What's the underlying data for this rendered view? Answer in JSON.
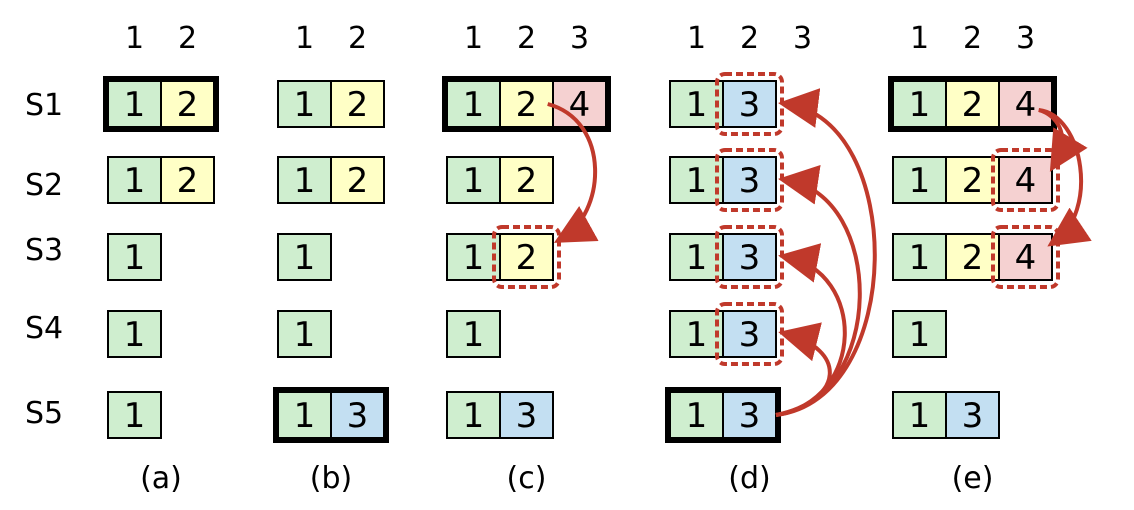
{
  "server_labels": [
    "S1",
    "S2",
    "S3",
    "S4",
    "S5"
  ],
  "panels": [
    {
      "label": "(a)",
      "header_indices": [
        "1",
        "2"
      ],
      "servers": [
        {
          "server": "S1",
          "leader": true,
          "entries": [
            1,
            2
          ],
          "highlight_index": null
        },
        {
          "server": "S2",
          "leader": false,
          "entries": [
            1,
            2
          ],
          "highlight_index": null
        },
        {
          "server": "S3",
          "leader": false,
          "entries": [
            1
          ],
          "highlight_index": null
        },
        {
          "server": "S4",
          "leader": false,
          "entries": [
            1
          ],
          "highlight_index": null
        },
        {
          "server": "S5",
          "leader": false,
          "entries": [
            1
          ],
          "highlight_index": null
        }
      ]
    },
    {
      "label": "(b)",
      "header_indices": [
        "1",
        "2"
      ],
      "servers": [
        {
          "server": "S1",
          "leader": false,
          "entries": [
            1,
            2
          ],
          "highlight_index": null
        },
        {
          "server": "S2",
          "leader": false,
          "entries": [
            1,
            2
          ],
          "highlight_index": null
        },
        {
          "server": "S3",
          "leader": false,
          "entries": [
            1
          ],
          "highlight_index": null
        },
        {
          "server": "S4",
          "leader": false,
          "entries": [
            1
          ],
          "highlight_index": null
        },
        {
          "server": "S5",
          "leader": true,
          "entries": [
            1,
            3
          ],
          "highlight_index": null
        }
      ]
    },
    {
      "label": "(c)",
      "header_indices": [
        "1",
        "2",
        "3"
      ],
      "servers": [
        {
          "server": "S1",
          "leader": true,
          "entries": [
            1,
            2,
            4
          ],
          "highlight_index": null
        },
        {
          "server": "S2",
          "leader": false,
          "entries": [
            1,
            2
          ],
          "highlight_index": null
        },
        {
          "server": "S3",
          "leader": false,
          "entries": [
            1,
            2
          ],
          "highlight_index": 2
        },
        {
          "server": "S4",
          "leader": false,
          "entries": [
            1
          ],
          "highlight_index": null
        },
        {
          "server": "S5",
          "leader": false,
          "entries": [
            1,
            3
          ],
          "highlight_index": null
        }
      ],
      "arrows": [
        {
          "from": "S1",
          "to": "S3"
        }
      ]
    },
    {
      "label": "(d)",
      "header_indices": [
        "1",
        "2",
        "3"
      ],
      "servers": [
        {
          "server": "S1",
          "leader": false,
          "entries": [
            1,
            3
          ],
          "highlight_index": 2
        },
        {
          "server": "S2",
          "leader": false,
          "entries": [
            1,
            3
          ],
          "highlight_index": 2
        },
        {
          "server": "S3",
          "leader": false,
          "entries": [
            1,
            3
          ],
          "highlight_index": 2
        },
        {
          "server": "S4",
          "leader": false,
          "entries": [
            1,
            3
          ],
          "highlight_index": 2
        },
        {
          "server": "S5",
          "leader": true,
          "entries": [
            1,
            3
          ],
          "highlight_index": null
        }
      ],
      "arrows": [
        {
          "from": "S5",
          "to": "S1"
        },
        {
          "from": "S5",
          "to": "S2"
        },
        {
          "from": "S5",
          "to": "S3"
        },
        {
          "from": "S5",
          "to": "S4"
        }
      ]
    },
    {
      "label": "(e)",
      "header_indices": [
        "1",
        "2",
        "3"
      ],
      "servers": [
        {
          "server": "S1",
          "leader": true,
          "entries": [
            1,
            2,
            4
          ],
          "highlight_index": null
        },
        {
          "server": "S2",
          "leader": false,
          "entries": [
            1,
            2,
            4
          ],
          "highlight_index": 3
        },
        {
          "server": "S3",
          "leader": false,
          "entries": [
            1,
            2,
            4
          ],
          "highlight_index": 3
        },
        {
          "server": "S4",
          "leader": false,
          "entries": [
            1
          ],
          "highlight_index": null
        },
        {
          "server": "S5",
          "leader": false,
          "entries": [
            1,
            3
          ],
          "highlight_index": null
        }
      ],
      "arrows": [
        {
          "from": "S1",
          "to": "S2"
        },
        {
          "from": "S1",
          "to": "S3"
        }
      ]
    }
  ],
  "colors": {
    "term_1": "#cfeecf",
    "term_2": "#ffffc6",
    "term_3": "#c3dff2",
    "term_4": "#f5d1d1",
    "arrow": "#c0392b",
    "highlight": "#c0392b",
    "border": "#000000"
  }
}
